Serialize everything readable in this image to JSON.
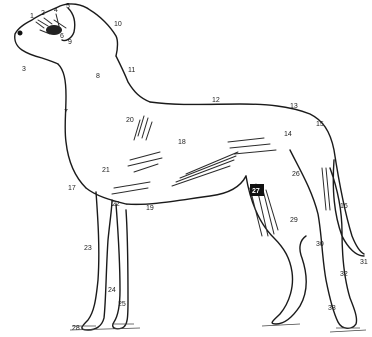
{
  "labels": [
    "1",
    "2",
    "3",
    "4",
    "5",
    "6",
    "7",
    "8",
    "9",
    "10",
    "11",
    "12",
    "13",
    "14",
    "15",
    "16",
    "17",
    "18",
    "19",
    "20",
    "21",
    "22",
    "23",
    "24",
    "25",
    "26",
    "27",
    "28",
    "29",
    "30",
    "31",
    "32",
    "33"
  ]
}
